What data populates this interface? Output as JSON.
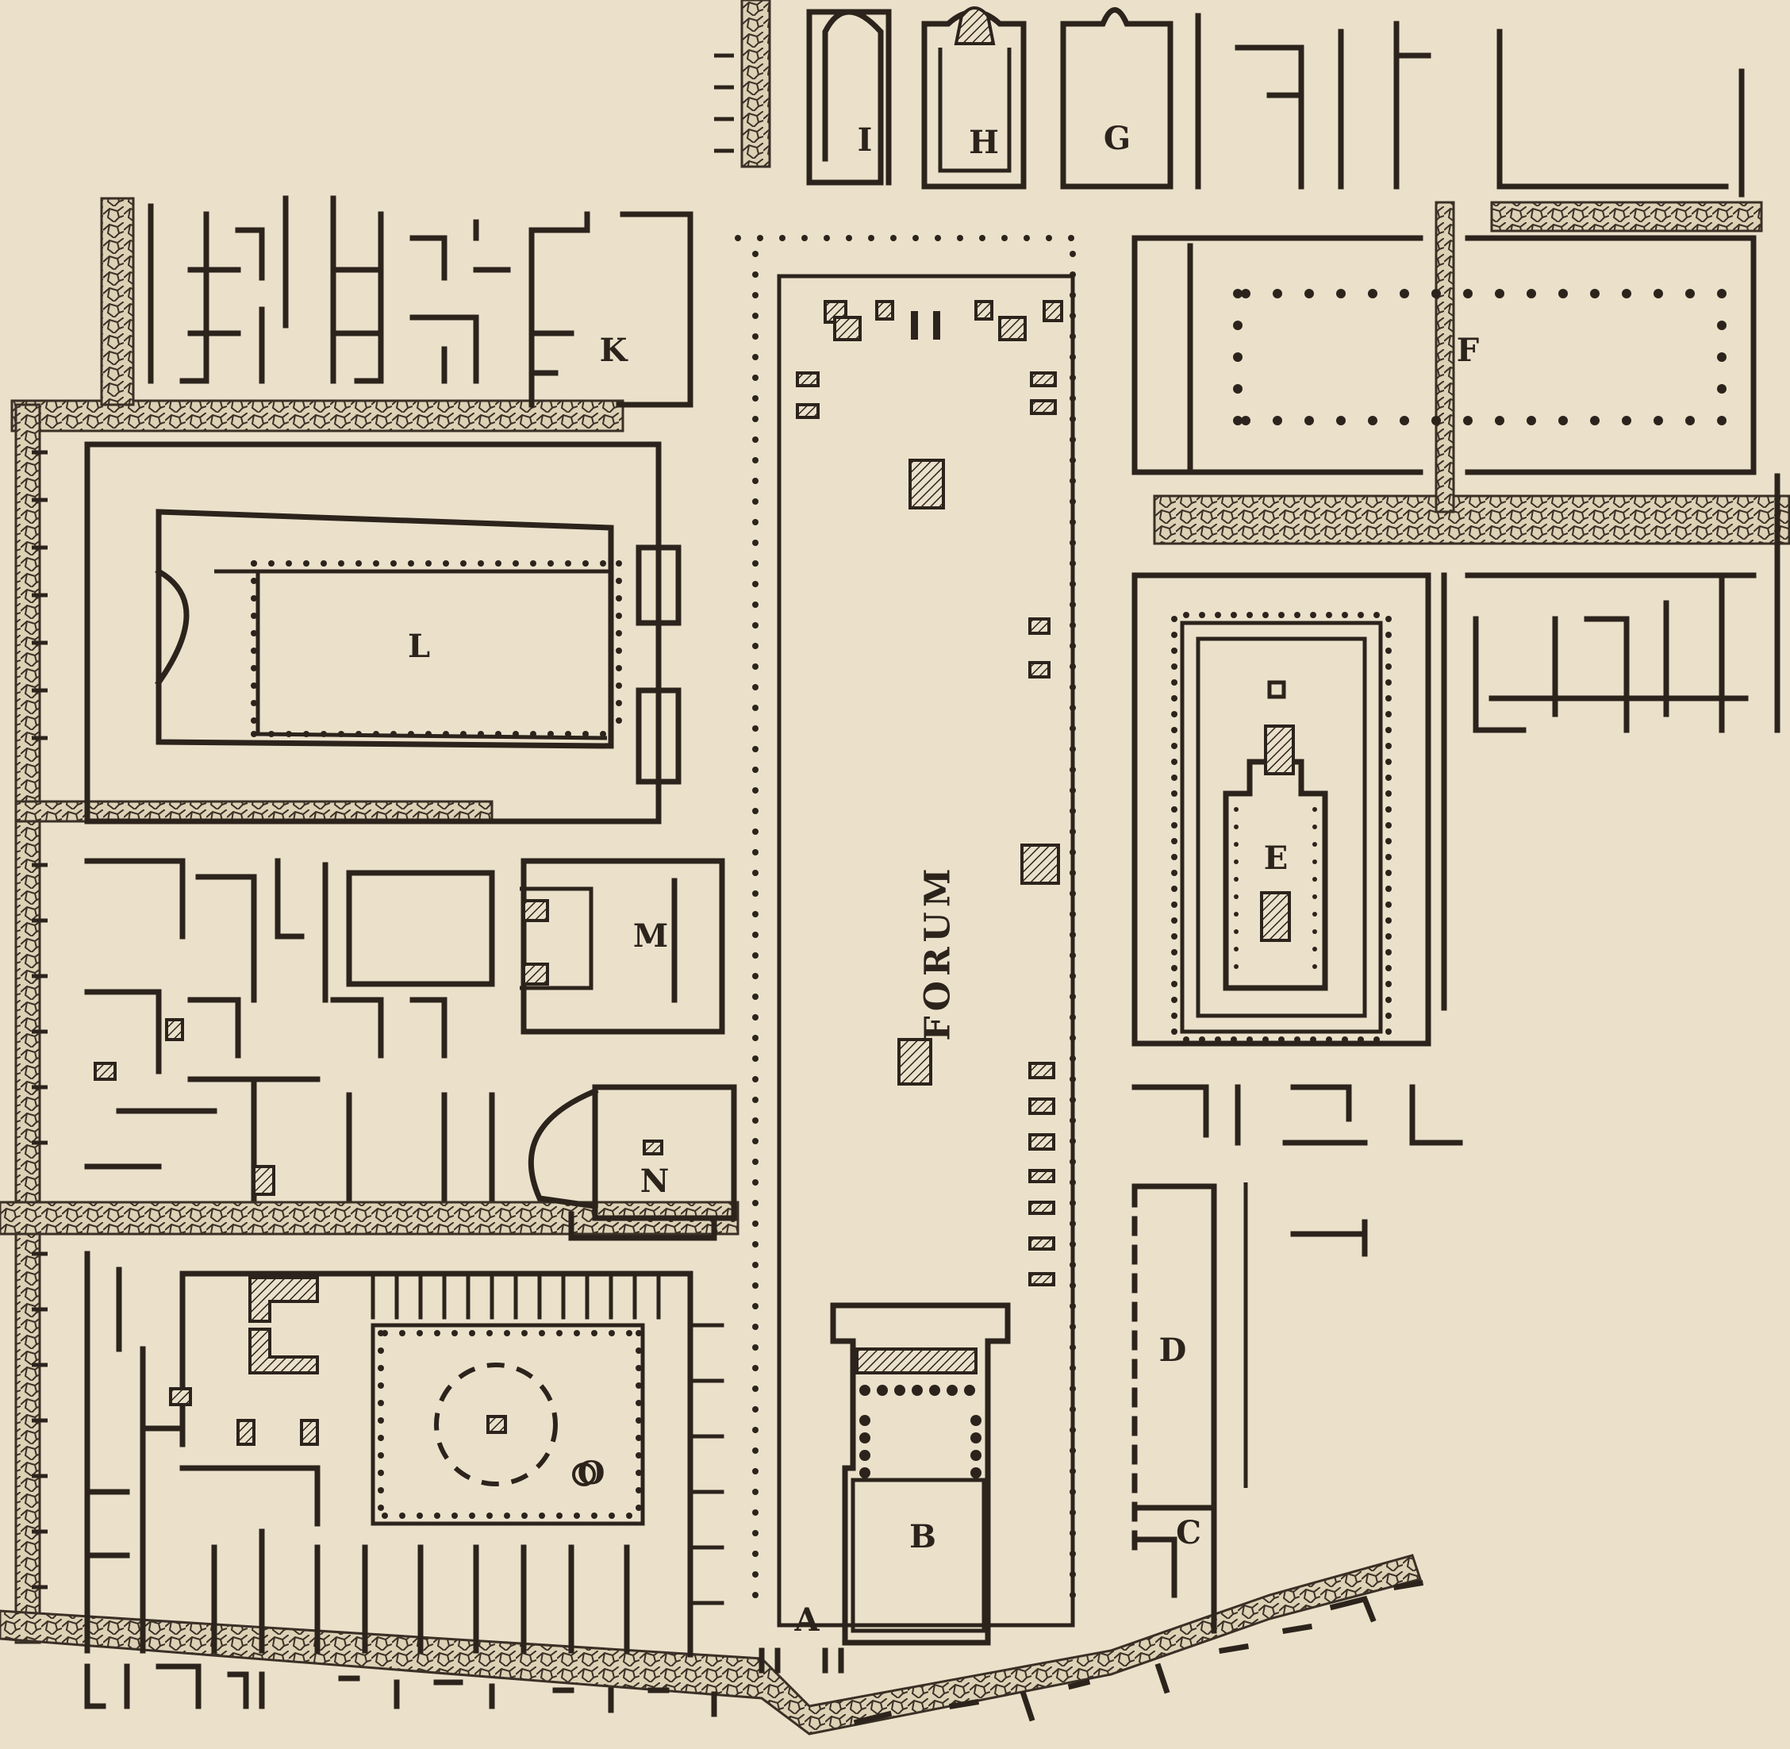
{
  "map": {
    "labels": {
      "forum": "FORUM",
      "A": "A",
      "B": "B",
      "C": "C",
      "D": "D",
      "E": "E",
      "F": "F",
      "G": "G",
      "H": "H",
      "I": "I",
      "K": "K",
      "L": "L",
      "M": "M",
      "N": "N",
      "O": "O"
    }
  },
  "colors": {
    "paper": "#ebe1cb",
    "ink": "#2c241c"
  }
}
